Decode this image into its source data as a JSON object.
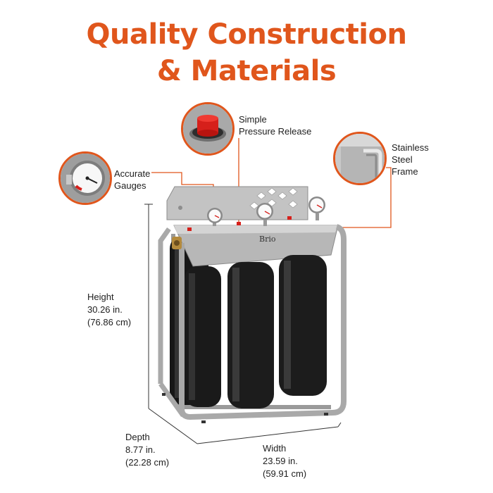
{
  "title": {
    "line1": "Quality Construction",
    "line2": "& Materials"
  },
  "callouts": {
    "pressure": {
      "line1": "Simple",
      "line2": "Pressure Release"
    },
    "gauges": {
      "line1": "Accurate",
      "line2": "Gauges"
    },
    "frame": {
      "line1": "Stainless",
      "line2": "Steel",
      "line3": "Frame"
    }
  },
  "dimensions": {
    "height": {
      "label": "Height",
      "imperial": "30.26 in.",
      "metric": "(76.86 cm)"
    },
    "depth": {
      "label": "Depth",
      "imperial": "8.77 in.",
      "metric": "(22.28 cm)"
    },
    "width": {
      "label": "Width",
      "imperial": "23.59 in.",
      "metric": "(59.91 cm)"
    }
  },
  "product": {
    "brand": "Brio"
  },
  "colors": {
    "accent": "#e0561c",
    "housing": "#1c1c1c",
    "steel": "#b9b9b9"
  }
}
